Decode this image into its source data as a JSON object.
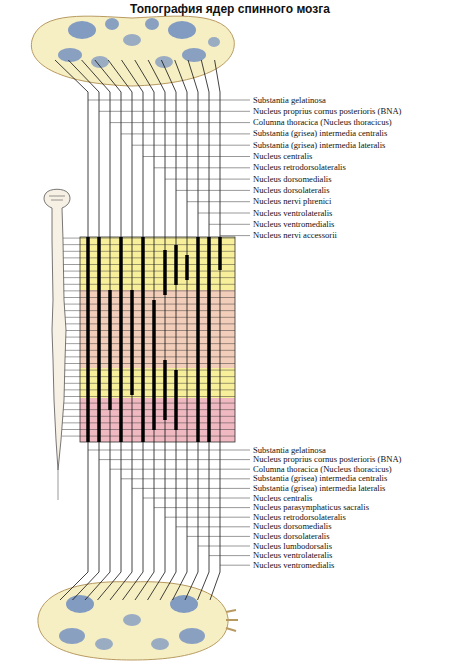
{
  "diagram": {
    "title": "Топография ядер спинного мозга",
    "labels": [
      "Substantia gelatinosa",
      "Nucleus proprius cornus posterioris (BNA)",
      "Columna thoracica (Nucleus thoracicus)",
      "Substantia (grisea) intermedia centralis",
      "Substantia (grisea) intermedia lateralis",
      "Nucleus centralis",
      "Nucleus retrodorsolateralis",
      "Nucleus dorsomedialis",
      "Nucleus dorsolateralis",
      "Nucleus nervi phrenici",
      "Nucleus ventrolateralis",
      "Nucleus ventromedialis",
      "Nucleus nervi accessorii",
      "Substantia gelatinosa",
      "Nucleus proprius cornus posterioris (BNA)",
      "Columna thoracica (Nucleus thoracicus)",
      "Substantia (grisea) intermedia centralis",
      "Substantia (grisea) intermedia lateralis",
      "Nucleus centralis",
      "Nucleus parasymphaticus sacralis",
      "Nucleus retrodorsolateralis",
      "Nucleus dorsomedialis",
      "Nucleus dorsolateralis",
      "Nucleus lumbodorsalis",
      "Nucleus ventrolateralis",
      "Nucleus ventromedialis"
    ]
  }
}
